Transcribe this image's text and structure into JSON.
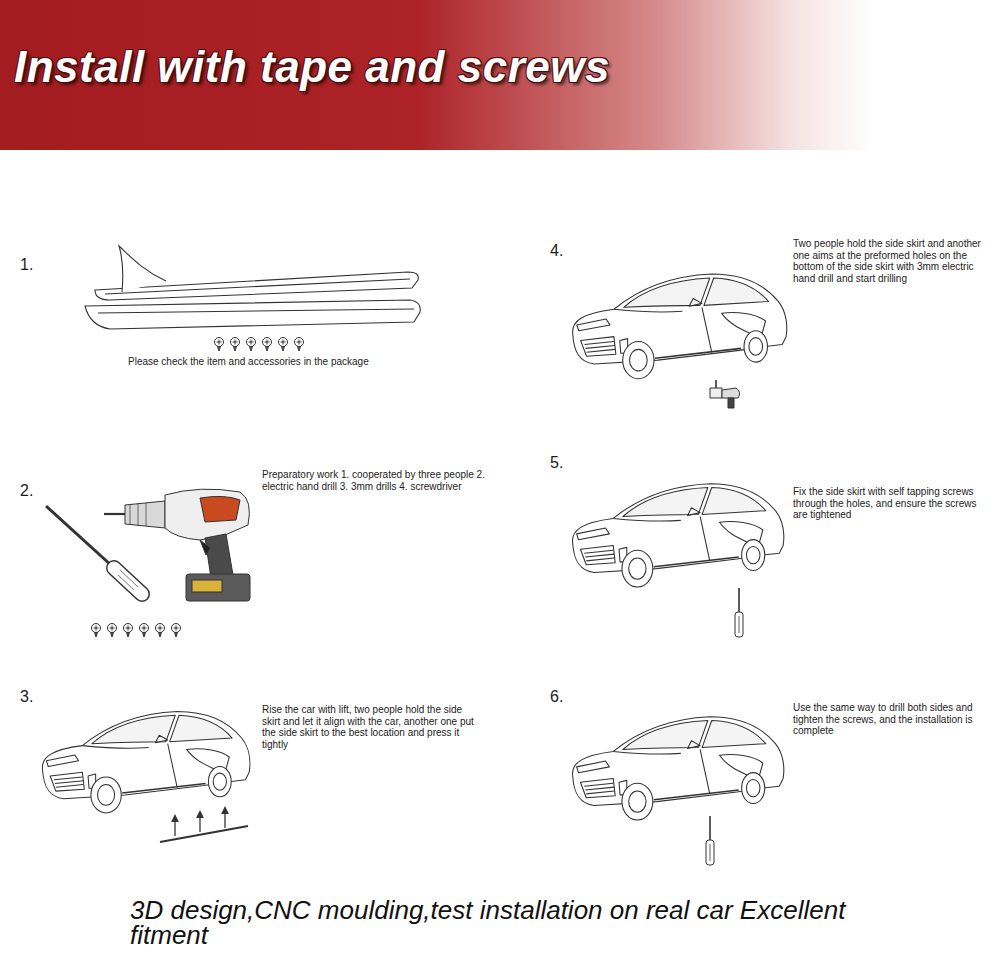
{
  "diagram": {
    "title": "Install with tape and screws",
    "caption": "3D design,CNC moulding,test installation on real car Excellent fitment",
    "labels": [
      "1.",
      "Please check the item and accessories in the package",
      "2.",
      "Preparatory work 1. cooperated by three people 2. electric hand drill 3. 3mm drills 4. screwdriver",
      "3.",
      "Rise the car with lift, two people hold the side skirt and let it align with the car, another one put the side skirt to the best location and press it tightly",
      "4.",
      "Two people hold the side skirt and another one aims at the preformed holes on the bottom of the side skirt with 3mm electric hand drill and start drilling",
      "5.",
      "Fix the side skirt with self tapping screws through the holes, and ensure the screws are tightened",
      "6.",
      "Use the same way to drill both sides and tighten the screws, and the installation is complete"
    ]
  }
}
